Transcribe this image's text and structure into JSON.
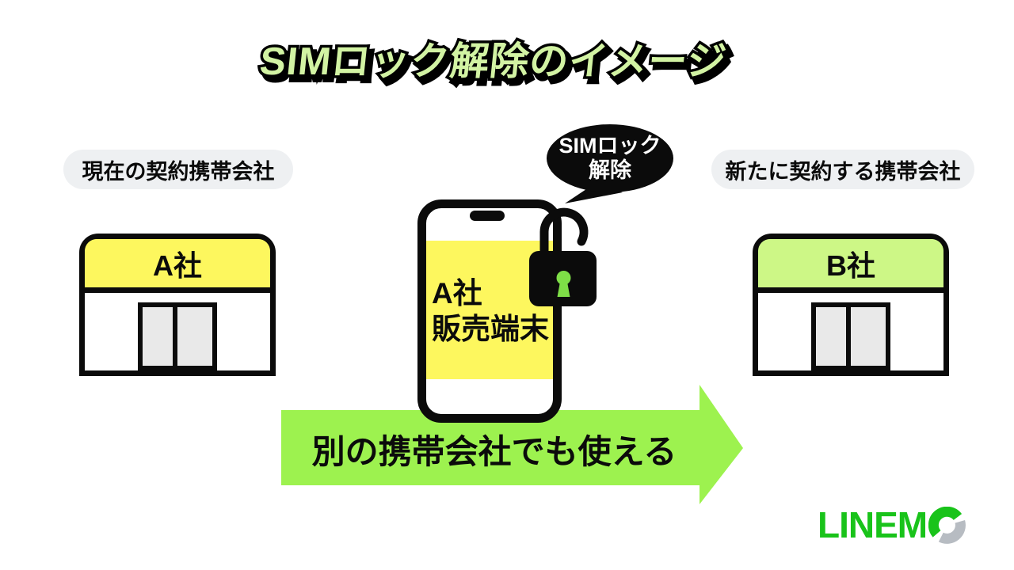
{
  "title": "SIMロック解除のイメージ",
  "labels": {
    "current_carrier": "現在の契約携帯会社",
    "new_carrier": "新たに契約する携帯会社"
  },
  "stores": {
    "a": "A社",
    "b": "B社"
  },
  "phone": {
    "screen_line1": "A社",
    "screen_line2": "販売端末"
  },
  "bubble": {
    "line1": "SIMロック",
    "line2": "解除"
  },
  "arrow": {
    "label": "別の携帯会社でも使える"
  },
  "logo": {
    "wordmark": "LINEM",
    "brand": "LINEMO"
  },
  "colors": {
    "title-green": "#d2f3a3",
    "yellow": "#fdf75e",
    "light-green": "#cdf786",
    "arrow-green": "#9df24f",
    "keyhole-green": "#7ede47",
    "pill-gray": "#eef0f2",
    "door-gray": "#e9e9e9",
    "logo-green": "#19c31a",
    "logo-gray": "#b7bcc2",
    "ink": "#0b0b0b"
  }
}
